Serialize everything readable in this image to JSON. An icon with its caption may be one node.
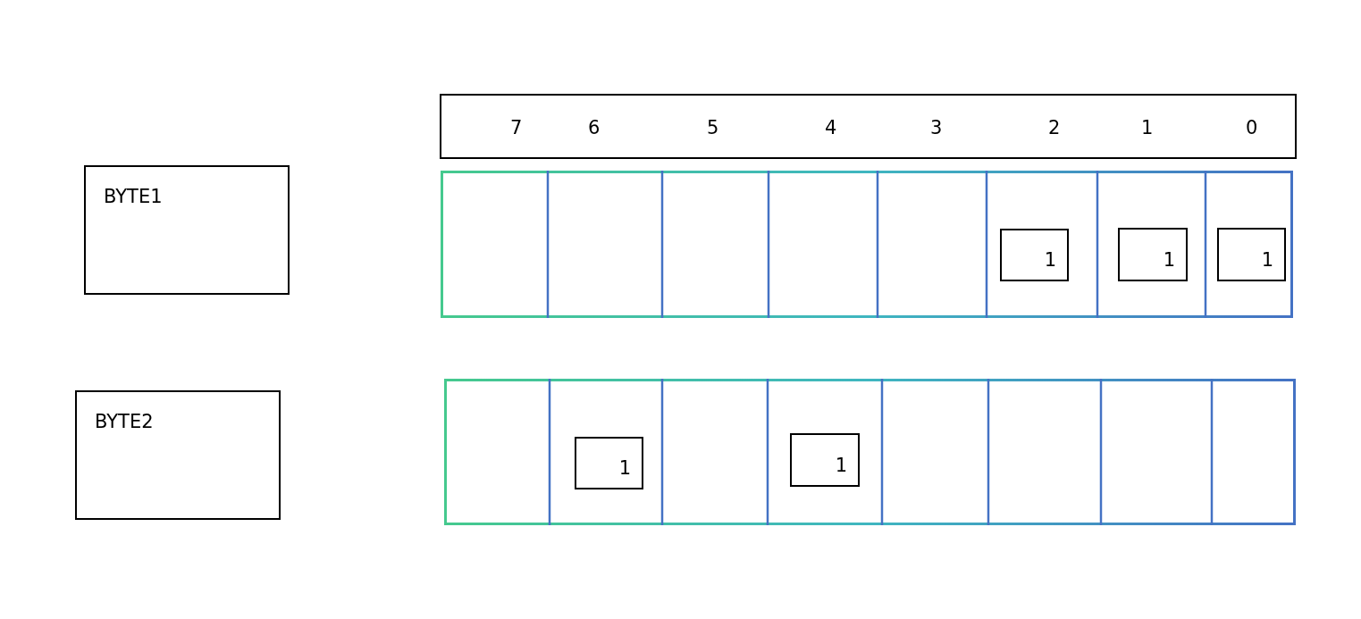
{
  "diagram": {
    "nodes": [
      {
        "text": [
          "7",
          "6",
          "5",
          "4",
          "3",
          "2",
          "1",
          "0"
        ]
      },
      {
        "text": [
          "BYTE1"
        ]
      },
      {
        "text": [],
        "shape": "box"
      },
      {
        "text": [
          "1"
        ],
        "in": 2
      },
      {
        "text": [
          "1"
        ],
        "in": 2
      },
      {
        "text": [
          "1"
        ],
        "in": 2
      },
      {
        "text": [
          "BYTE2"
        ]
      },
      {
        "text": [],
        "shape": "box"
      },
      {
        "text": [
          "1"
        ],
        "in": 7
      },
      {
        "text": [
          "1"
        ],
        "in": 7
      }
    ]
  }
}
